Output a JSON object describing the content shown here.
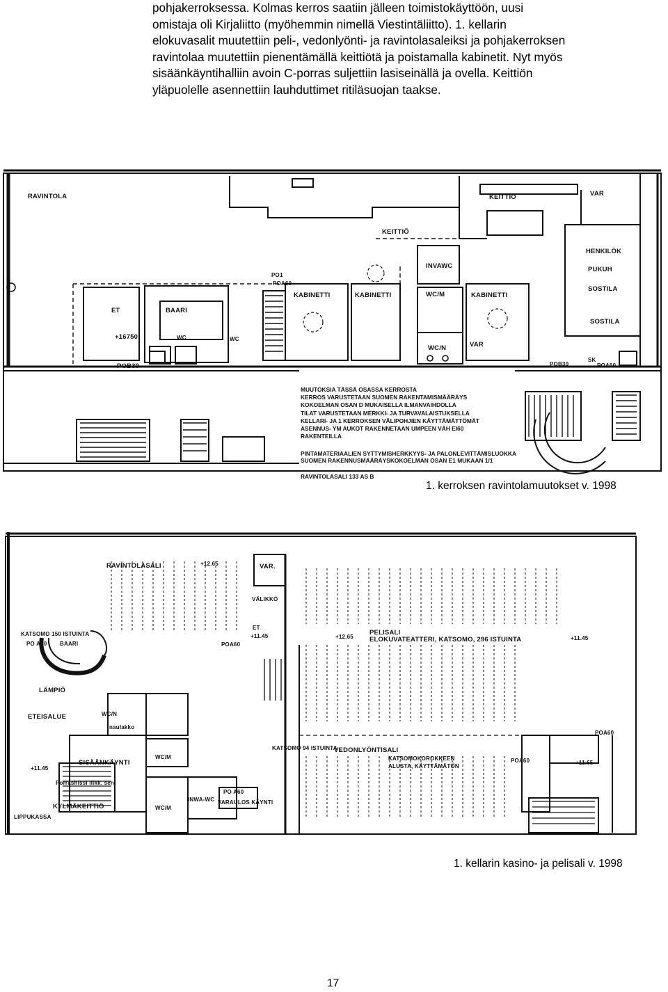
{
  "paragraph": {
    "lines": [
      "pohjakerroksessa. Kolmas kerros saatiin jälleen toimistokäyttöön, uusi",
      "omistaja oli Kirjaliitto (myöhemmin nimellä Viestintäliitto). 1. kellarin",
      "elokuvasalit muutettiin peli-, vedonlyönti- ja ravintolasaleiksi ja pohjakerroksen",
      "ravintolaa muutettiin pienentämällä keittiötä ja poistamalla kabinetit. Nyt myös",
      "sisäänkäyntihalliin avoin C-porras suljettiin lasiseinällä ja ovella. Keittiön",
      "yläpuolelle asennettiin lauhduttimet ritiläsuojan taakse."
    ]
  },
  "plan1": {
    "caption": "1. kerroksen ravintolamuutokset v. 1998",
    "labels": {
      "ravintola": "RAVINTOLA",
      "keittio_top": "KEITTIÖ",
      "keittio": "KEITTIÖ",
      "var_top": "VAR",
      "henkilok": "HENKILÖK",
      "pukuh": "PUKUH",
      "sostila_1": "SOSTILA",
      "sostila_2": "SOSTILA",
      "poi": "PO1",
      "poa60": "POA60",
      "kabinetti_1": "KABINETTI",
      "kabinetti_2": "KABINETTI",
      "kabinetti_3": "KABINETTI",
      "invawc": "INVAWC",
      "wcm": "WC/M",
      "wcn": "WC/N",
      "var": "VAR",
      "et": "ET",
      "baari": "BAARI",
      "level": "+16750",
      "wc_1": "WC",
      "wc_2": "WC",
      "pob30": "POB30",
      "pob30_2": "POB30",
      "sk": "SK",
      "poa60_2": "POA60"
    },
    "notes": [
      "MUUTOKSIA TÄSSÄ OSASSA KERROSTA",
      "KERROS VARUSTETAAN SUOMEN RAKENTAMISMÄÄRÄYS",
      "KOKOELMAN OSAN D MUKAISELLA ILMANVAIHDOLLA",
      "TILAT VARUSTETAAN MERKKI- JA TURVAVALAISTUKSELLA",
      "KELLARI- JA 1 KERROKSEN VÄLIPOHJIEN KÄYTTÄMÄTTÖMÄT",
      "ASENNUS- YM AUKOT RAKENNETAAN UMPEEN VÄH EI60",
      "RAKENTEILLA",
      "PINTAMATERIAALIEN SYTTYMISHERKKYYS- JA PALONLEVITTÄMISLUOKKA",
      "SUOMEN RAKENNUSMÄÄRÄYSKOKOELMAN OSAN E1 MUKAAN 1/1"
    ],
    "bottom_cut": "RAVINTOLASALI 133 AS B"
  },
  "plan2": {
    "caption": "1. kellarin kasino- ja pelisali  v. 1998",
    "labels": {
      "ravintolasali": "RAVINTOLASALI",
      "level_1": "+12.65",
      "var": "VAR.",
      "valikko": "VÄLIKKÖ",
      "katsomo": "KATSOMO 150 ISTUINTA",
      "po_a60": "PO A60",
      "baari": "BAARI",
      "et": "ET",
      "level_2": "+11.45",
      "poa60": "POA60",
      "level_3": "+12.65",
      "pelisali": "PELISALI",
      "elokuvateatteri": "ELOKUVATEATTERI, KATSOMO, 296 ISTUINTA",
      "level_4": "+11.45",
      "lampio": "LÄMPIÖ",
      "eteisalue": "ETEISALUE",
      "wcn": "WC/N",
      "naulakko": "naulakko",
      "level_5": "+11.45",
      "sisaankaynti": "SISÄÄNKÄYNTI",
      "portaat": "Porrashissi liikk. sen",
      "kylmakeittio": "KYLMÄKEITTIÖ",
      "lippukassa": "LIPPUKASSA",
      "wcm": "WC/M",
      "wcm_2": "WC/M",
      "invawc": "INWA-WC",
      "varaulos": "VARAULOS KÄYNTI",
      "poa60_b": "PO A60",
      "katsomo_2": "KATSOMO 94 ISTUINTA",
      "vedonlyontisali": "VEDONLYÖNTISALI",
      "katsomokorokkeen": "KATSOMOKOROKKEEN",
      "alusta": "ALUSTA, KÄYTTÄMÄTÖN",
      "poa60_c": "POA60",
      "poa60_d": "POA60",
      "level_6": "+11.65"
    }
  },
  "page_number": "17"
}
